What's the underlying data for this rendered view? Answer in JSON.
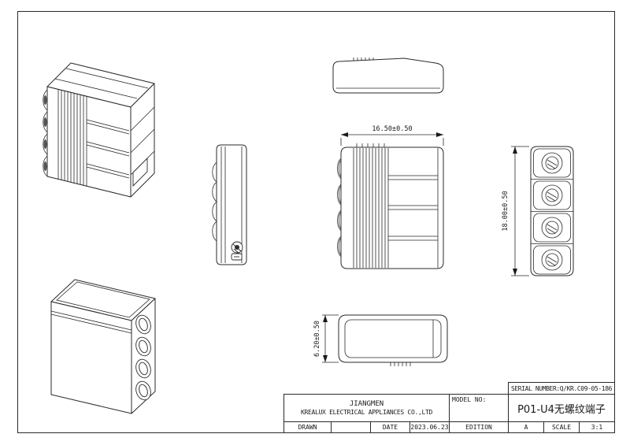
{
  "title_block": {
    "serial": "SERIAL NUMBER:Q/KR.C09-05-186",
    "company_city": "JIANGMEN",
    "company_name": "KREALUX ELECTRICAL APPLIANCES CO.,LTD",
    "model_label": "MODEL NO:",
    "model_value": "P01-U4无螺纹端子",
    "drawn_label": "DRAWN",
    "drawn_value": "",
    "date_label": "DATE",
    "date_value": "2023.06.23",
    "edition_label": "EDITION",
    "edition_value": "A",
    "scale_label": "SCALE",
    "scale_value": "3:1"
  },
  "dimensions": {
    "front_width": "16.50±0.50",
    "side_height": "18.00±0.50",
    "bottom_depth": "6.20±0.50"
  },
  "colors": {
    "line": "#2a2a2a",
    "text": "#1a1a1a",
    "background": "#ffffff"
  }
}
